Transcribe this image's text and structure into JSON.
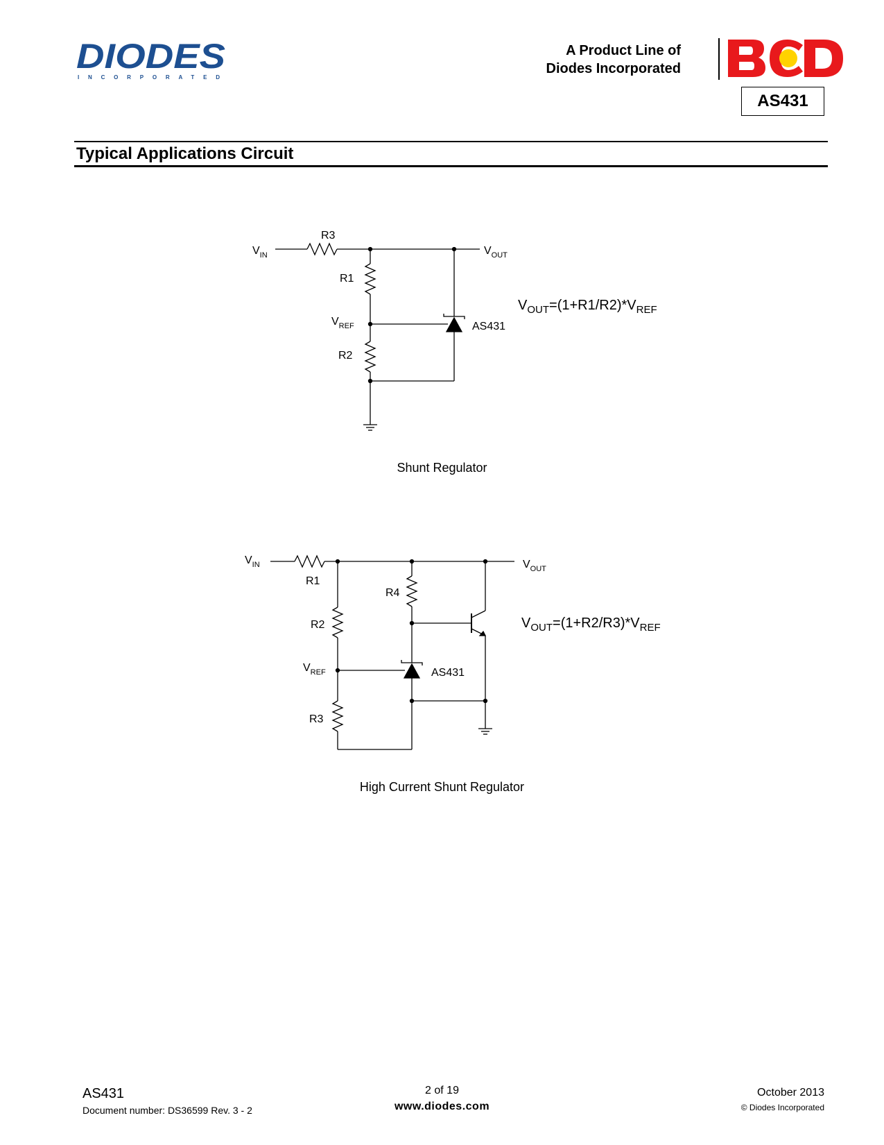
{
  "header": {
    "company_logo": "DIODES INCORPORATED",
    "product_line_1": "A Product Line of",
    "product_line_2": "Diodes Incorporated",
    "bcd_logo": "BCD",
    "part_number": "AS431",
    "colors": {
      "diodes_blue": "#1d4f91",
      "bcd_red": "#e8191c",
      "bcd_yellow": "#ffd200"
    }
  },
  "section": {
    "title": "Typical Applications Circuit"
  },
  "circuit1": {
    "vin": "V",
    "vin_sub": "IN",
    "vout": "V",
    "vout_sub": "OUT",
    "r1": "R1",
    "r2": "R2",
    "r3": "R3",
    "vref": "V",
    "vref_sub": "REF",
    "device": "AS431",
    "eq_v": "V",
    "eq_out": "OUT",
    "eq_mid": "=(1+R1/R2)*V",
    "eq_ref": "REF",
    "caption": "Shunt Regulator"
  },
  "circuit2": {
    "vin": "V",
    "vin_sub": "IN",
    "vout": "V",
    "vout_sub": "OUT",
    "r1": "R1",
    "r2": "R2",
    "r3": "R3",
    "r4": "R4",
    "vref": "V",
    "vref_sub": "REF",
    "device": "AS431",
    "eq_v": "V",
    "eq_out": "OUT",
    "eq_mid": "=(1+R2/R3)*V",
    "eq_ref": "REF",
    "caption": "High Current Shunt Regulator"
  },
  "footer": {
    "part": "AS431",
    "document": "Document number: DS36599 Rev. 3 - 2",
    "page": "2 of 19",
    "website": "www.diodes.com",
    "date": "October 2013",
    "copyright": "© Diodes Incorporated"
  }
}
